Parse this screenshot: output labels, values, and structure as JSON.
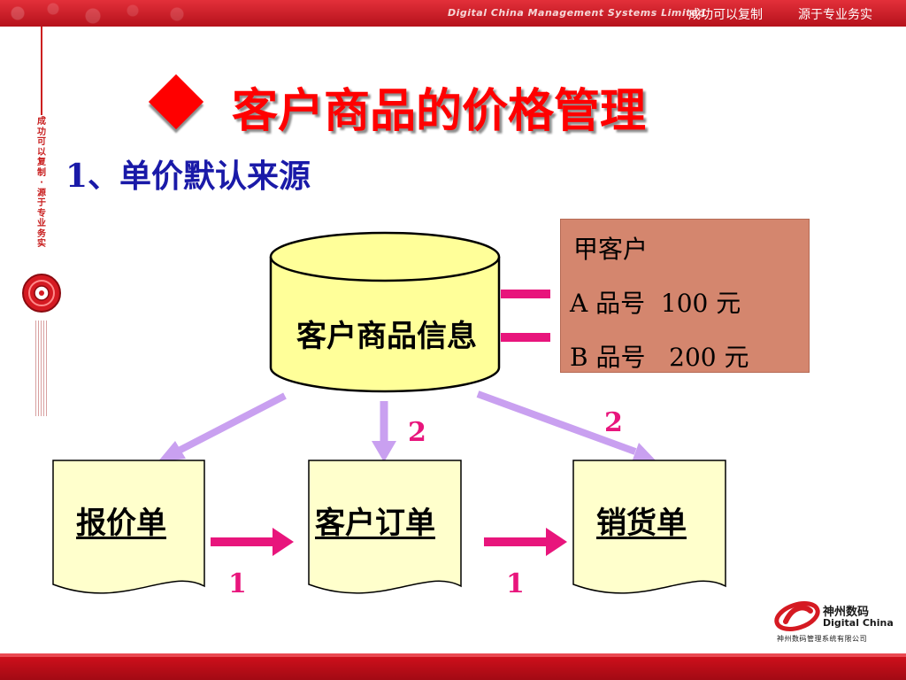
{
  "banner": {
    "company": "Digital China Management Systems Limited",
    "slogan1": "成功可以复制",
    "slogan2": "源于专业务实"
  },
  "sidebar": {
    "vertical_text": "成功可以复制·源于专业务实"
  },
  "title": {
    "main": "客户商品的价格管理",
    "subtitle": "1、单价默认来源"
  },
  "database": {
    "label": "客户商品信息"
  },
  "info_box": {
    "customer": "甲客户",
    "line1": "A 品号  100 元",
    "line2": "B 品号   200 元"
  },
  "documents": {
    "quote": "报价单",
    "order": "客户订单",
    "sales": "销货单"
  },
  "flow_numbers": {
    "n1a": "1",
    "n1b": "1",
    "n2a": "2",
    "n2b": "2"
  },
  "logo": {
    "cn": "神州数码",
    "en": "Digital China",
    "sub": "神州数码管理系统有限公司"
  },
  "colors": {
    "banner_red": "#c8141e",
    "title_red": "#ff0000",
    "subtitle_blue": "#1a1aa8",
    "cylinder_fill": "#ffff99",
    "doc_fill": "#ffffcc",
    "info_box": "#d4866e",
    "arrow_pink": "#e8157c",
    "arrow_lavender": "#c9a0f0"
  }
}
